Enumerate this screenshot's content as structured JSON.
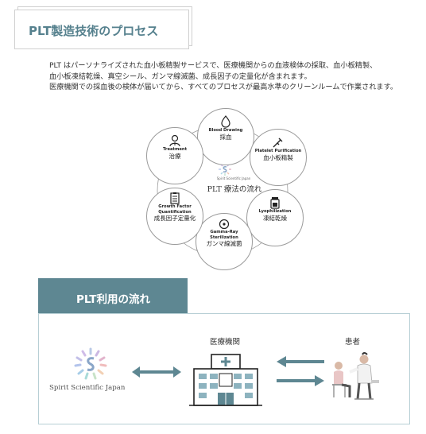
{
  "header": {
    "title": "PLT製造技術のプロセス"
  },
  "intro": {
    "line1": "PLT はパーソナライズされた血小板精製サービスで、医療機関からの血液検体の採取、血小板精製、",
    "line2": "血小板凍結乾燥、真空シール、ガンマ線滅菌、成長因子の定量化が含まれます。",
    "line3": "医療機関での採血後の検体が届いてから、すべてのプロセスが最高水準のクリーンルームで作業されます。"
  },
  "cycle": {
    "center_brand": "Spirit Scientific Japan",
    "center_label": "PLT 療法の流れ",
    "steps": [
      {
        "en": "Blood Drawing",
        "jp": "採血",
        "icon": "blood-drop-icon"
      },
      {
        "en": "Platelet Purification",
        "jp": "血小板精製",
        "icon": "syringe-icon"
      },
      {
        "en": "Lyophilization",
        "jp": "凍結乾燥",
        "icon": "vial-icon"
      },
      {
        "en": "Gamma-Ray Sterilization",
        "jp": "ガンマ線滅菌",
        "icon": "shield-icon"
      },
      {
        "en": "Growth Factor Quantification",
        "jp": "成長因子定量化",
        "icon": "clipboard-icon"
      },
      {
        "en": "Treatment",
        "jp": "治療",
        "icon": "doctor-icon"
      }
    ]
  },
  "flow": {
    "title": "PLT利用の流れ",
    "hospital_label": "医療機関",
    "patient_label": "患者",
    "brand": "Spirit Scientific Japan"
  },
  "colors": {
    "accent": "#5e8792",
    "title": "#56818e",
    "arrow": "#5e8792",
    "panel_border": "#b7cfd5"
  }
}
